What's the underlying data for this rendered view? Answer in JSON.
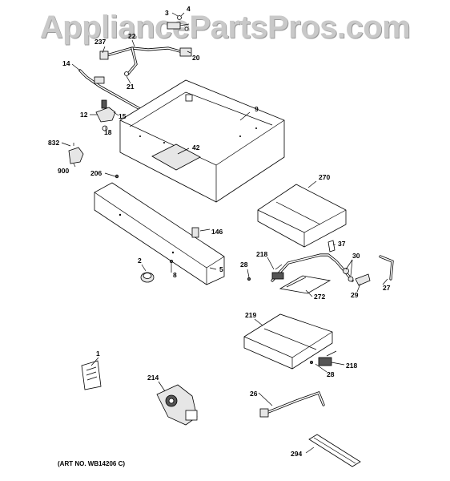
{
  "watermark": "AppliancePartsPros.com",
  "art_number": "(ART NO. WB14206 C)",
  "callouts": [
    {
      "id": "c-3",
      "label": "3"
    },
    {
      "id": "c-4",
      "label": "4"
    },
    {
      "id": "c-237",
      "label": "237"
    },
    {
      "id": "c-22",
      "label": "22"
    },
    {
      "id": "c-20",
      "label": "20"
    },
    {
      "id": "c-14",
      "label": "14"
    },
    {
      "id": "c-21",
      "label": "21"
    },
    {
      "id": "c-9",
      "label": "9"
    },
    {
      "id": "c-12",
      "label": "12"
    },
    {
      "id": "c-15",
      "label": "15"
    },
    {
      "id": "c-18",
      "label": "18"
    },
    {
      "id": "c-832",
      "label": "832"
    },
    {
      "id": "c-42",
      "label": "42"
    },
    {
      "id": "c-900",
      "label": "900"
    },
    {
      "id": "c-206",
      "label": "206"
    },
    {
      "id": "c-270",
      "label": "270"
    },
    {
      "id": "c-146",
      "label": "146"
    },
    {
      "id": "c-37",
      "label": "37"
    },
    {
      "id": "c-218a",
      "label": "218"
    },
    {
      "id": "c-30",
      "label": "30"
    },
    {
      "id": "c-2",
      "label": "2"
    },
    {
      "id": "c-28a",
      "label": "28"
    },
    {
      "id": "c-5",
      "label": "5"
    },
    {
      "id": "c-8",
      "label": "8"
    },
    {
      "id": "c-272",
      "label": "272"
    },
    {
      "id": "c-27",
      "label": "27"
    },
    {
      "id": "c-29",
      "label": "29"
    },
    {
      "id": "c-219",
      "label": "219"
    },
    {
      "id": "c-1",
      "label": "1"
    },
    {
      "id": "c-218b",
      "label": "218"
    },
    {
      "id": "c-214",
      "label": "214"
    },
    {
      "id": "c-28b",
      "label": "28"
    },
    {
      "id": "c-26",
      "label": "26"
    },
    {
      "id": "c-294",
      "label": "294"
    }
  ]
}
